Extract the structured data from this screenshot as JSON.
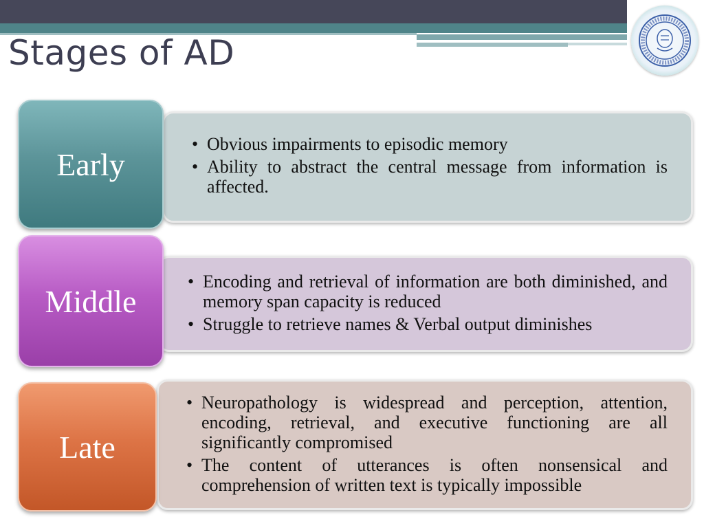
{
  "slide": {
    "title": "Stages of AD"
  },
  "stages": [
    {
      "label": "Early",
      "bullets": [
        "Obvious impairments to episodic memory",
        "Ability to abstract the central message from information is affected."
      ]
    },
    {
      "label": "Middle",
      "bullets": [
        "Encoding and retrieval of information are both diminished, and memory span capacity is reduced",
        "Struggle to retrieve names & Verbal output diminishes"
      ]
    },
    {
      "label": "Late",
      "bullets": [
        "Neuropathology is widespread and perception, attention, encoding, retrieval, and executive functioning are all significantly compromised",
        "The content of utterances is often nonsensical and comprehension of written text is typically impossible"
      ]
    }
  ],
  "colors": {
    "header_dark": "#464759",
    "header_teal": "#4f8489",
    "early": "#5c9499",
    "middle": "#b85cc5",
    "late": "#dd7446"
  }
}
